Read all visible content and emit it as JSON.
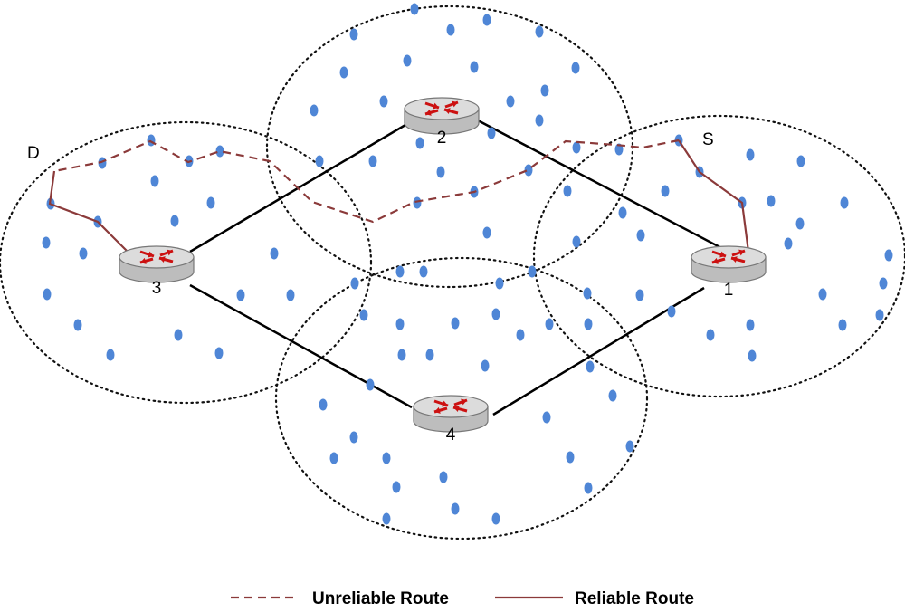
{
  "colors": {
    "node": "#4f86d6",
    "route": "#8b3a3a",
    "link": "#000000",
    "router_body": "#dcdcdc",
    "router_arrows": "#cc1111"
  },
  "labels": {
    "destination": "D",
    "source": "S"
  },
  "routers": [
    {
      "id": "router-1",
      "label": "1"
    },
    {
      "id": "router-2",
      "label": "2"
    },
    {
      "id": "router-3",
      "label": "3"
    },
    {
      "id": "router-4",
      "label": "4"
    }
  ],
  "legend": {
    "unreliable": "Unreliable Route",
    "reliable": "Reliable Route"
  }
}
